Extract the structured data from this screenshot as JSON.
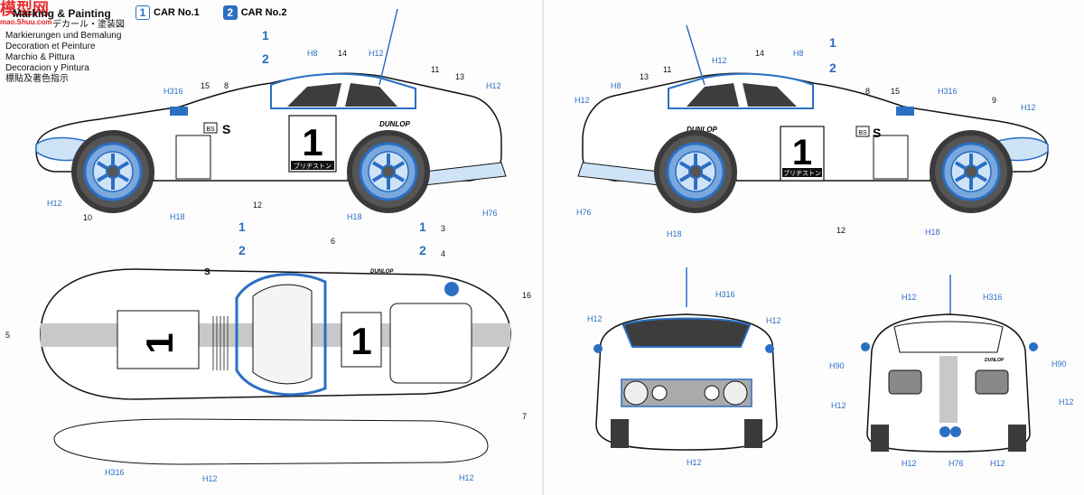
{
  "watermark": {
    "big": "模型网",
    "small": "mao.Shuu.com"
  },
  "legend": {
    "heading": "Marking & Painting",
    "lines": [
      "デカール・塗装図",
      "Markierungen und Bemalung",
      "Decoration et Peinture",
      "Marchio & Pittura",
      "Decoracion y Pintura",
      "標貼及著色指示"
    ]
  },
  "car_selector": {
    "car1_num": "1",
    "car1_label": "CAR No.1",
    "car2_num": "2",
    "car2_label": "CAR No.2"
  },
  "colors": {
    "accent": "#2b6fc4",
    "light_blue": "#cfe3f7",
    "stripe": "#c8c8c8",
    "body": "#ffffff"
  },
  "decals": {
    "race_number": "1",
    "s_letter": "S",
    "bs_logo": "BS",
    "sponsor_jp": "ブリヂストン",
    "brand": "DUNLOP"
  },
  "paint_codes": {
    "h316": "H316",
    "h12": "H12",
    "h18": "H18",
    "h8": "H8",
    "h76": "H76",
    "h90": "H90"
  },
  "numbers": {
    "n1": "1",
    "n2": "2",
    "n3": "3",
    "n4": "4",
    "n5": "5",
    "n6": "6",
    "n7": "7",
    "n8": "8",
    "n9": "9",
    "n10": "10",
    "n11": "11",
    "n12": "12",
    "n13": "13",
    "n14": "14",
    "n15": "15",
    "n16": "16"
  }
}
